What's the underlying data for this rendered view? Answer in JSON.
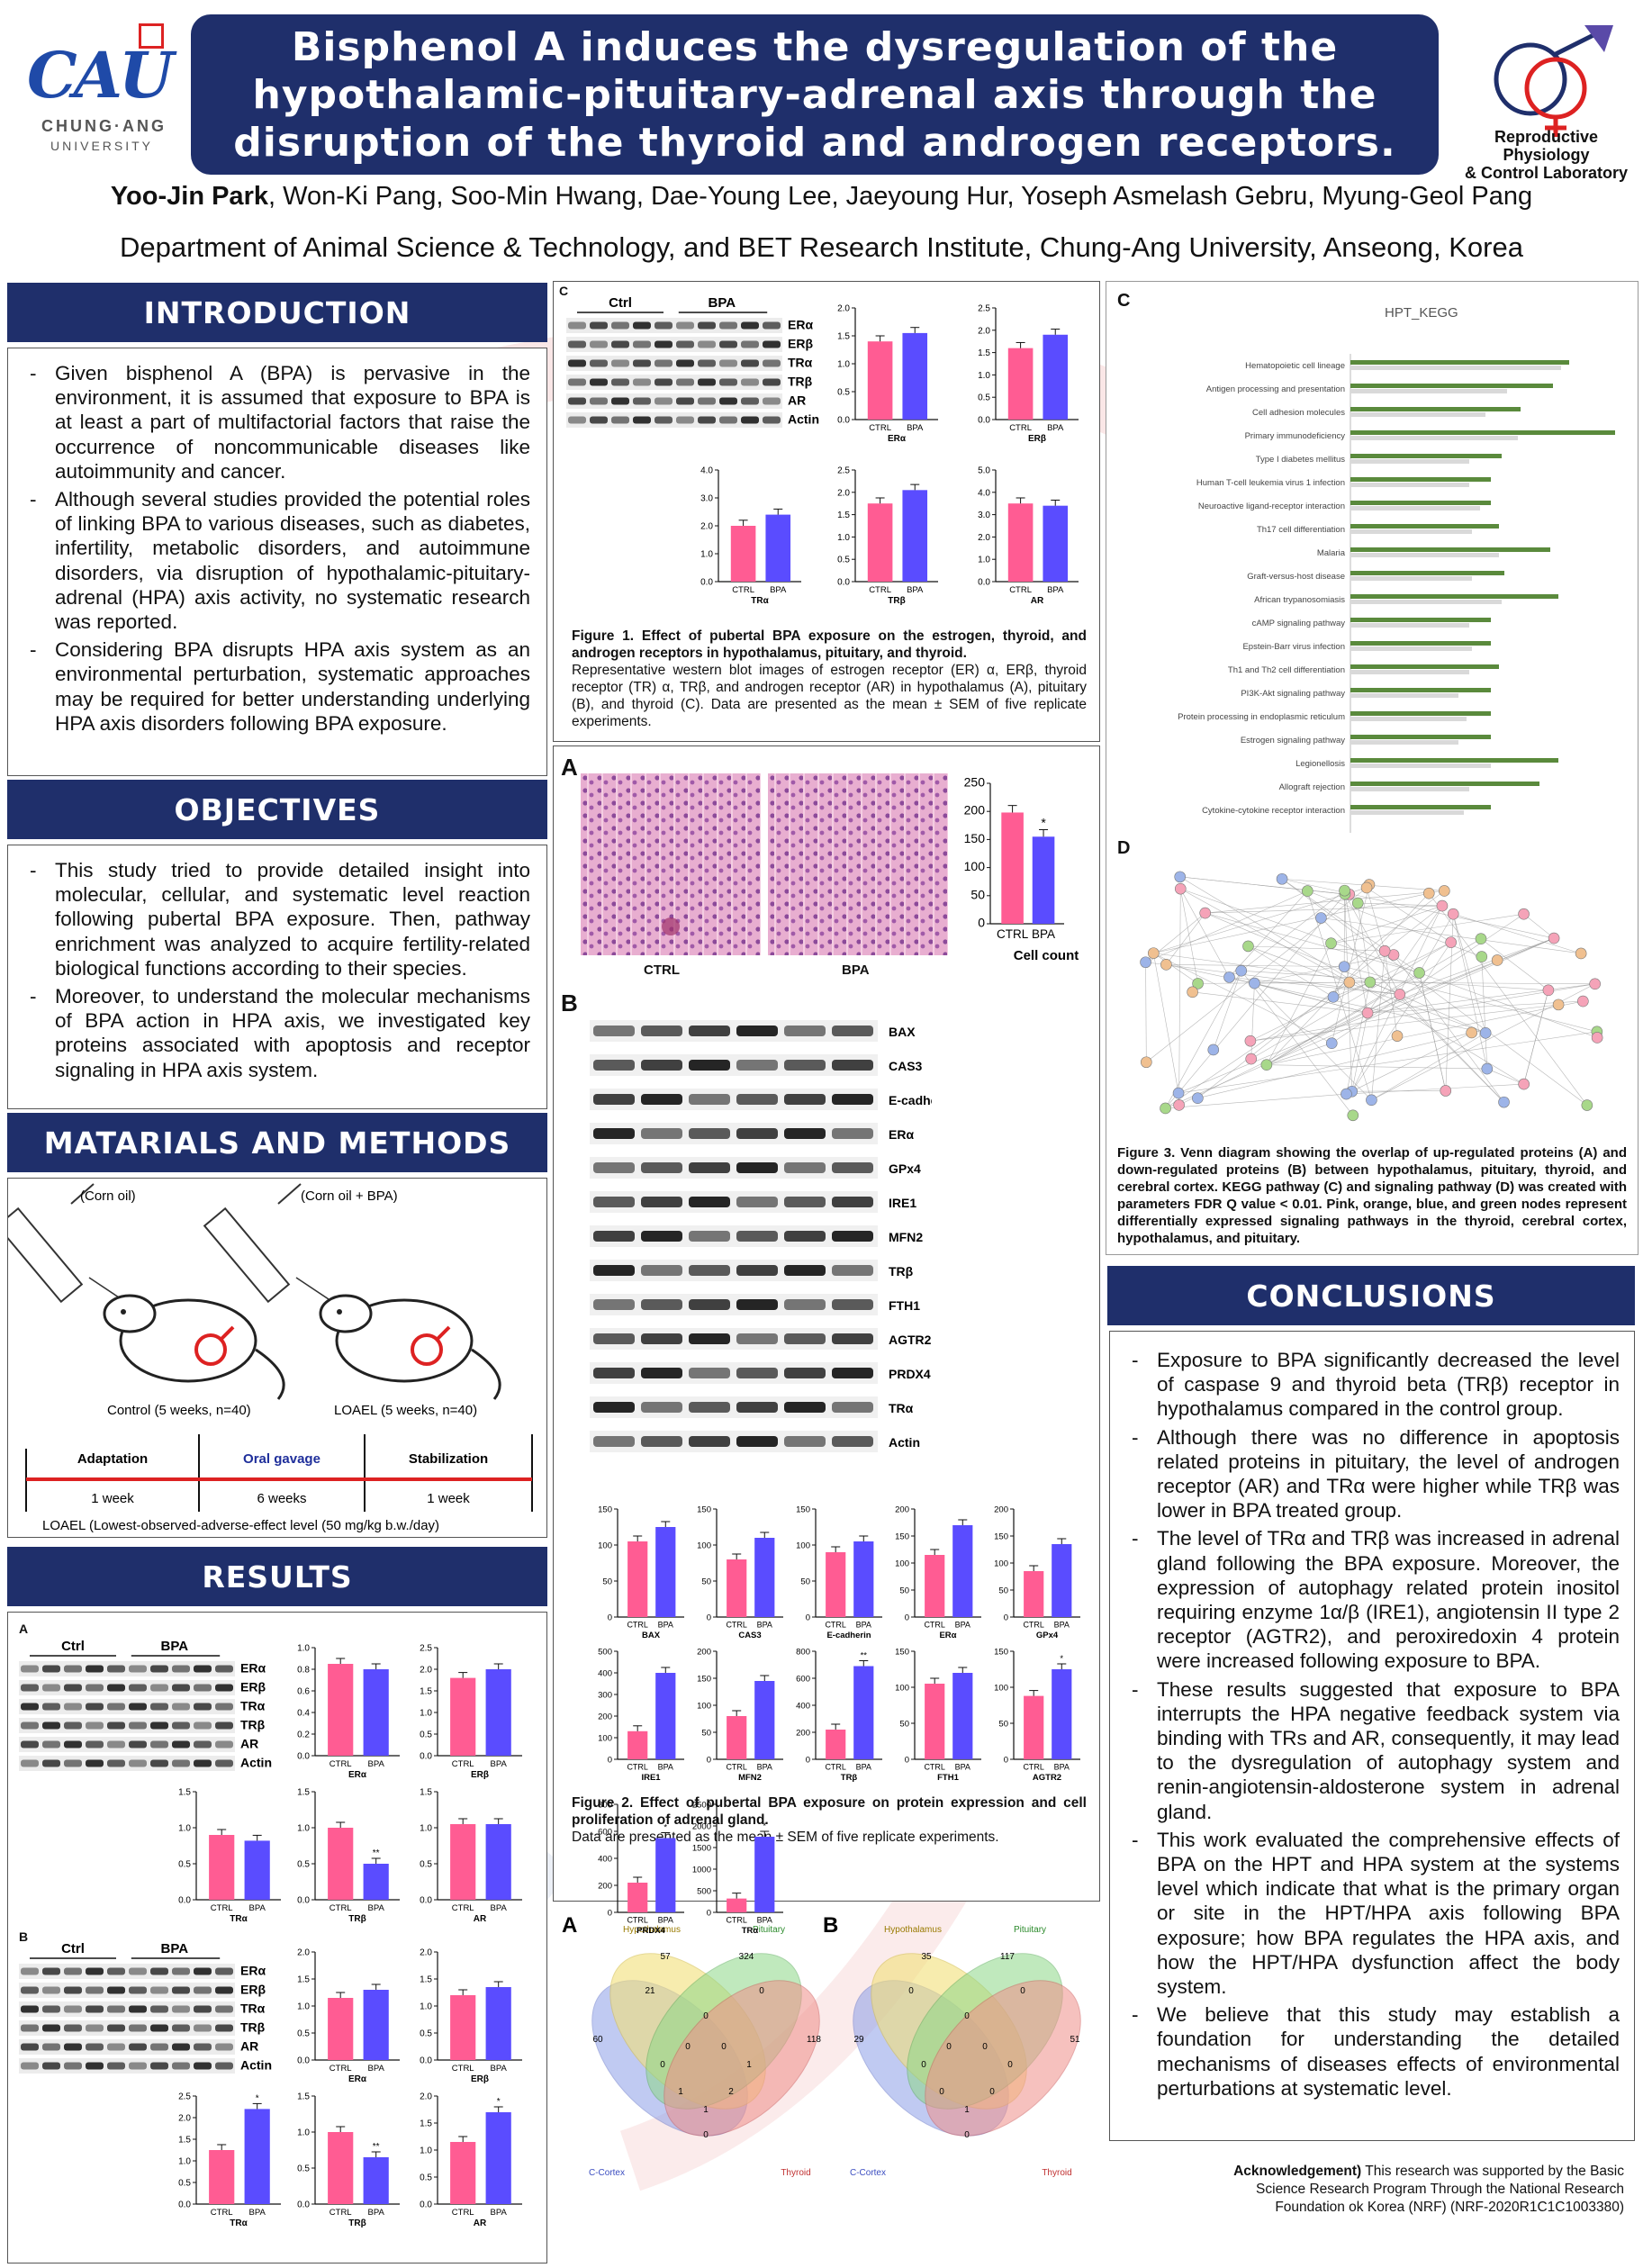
{
  "header": {
    "logo_text": "CAU",
    "logo_sub1": "CHUNG·ANG",
    "logo_sub2": "UNIVERSITY",
    "title_lines": [
      "Bisphenol A induces the dysregulation of the",
      "hypothalamic-pituitary-adrenal axis through the",
      "disruption of the thyroid and androgen receptors."
    ],
    "lab_line1": "Reproductive Physiology",
    "lab_line2": "& Control Laboratory",
    "first_author": "Yoo-Jin Park",
    "other_authors": ", Won-Ki Pang, Soo-Min Hwang, Dae-Young Lee, Jaeyoung Hur, Yoseph Asmelash Gebru, Myung-Geol Pang",
    "affiliation": "Department of Animal Science & Technology, and BET Research Institute, Chung-Ang University, Anseong, Korea"
  },
  "introduction": {
    "heading": "INTRODUCTION",
    "bullets": [
      "Given bisphenol A (BPA) is pervasive in the environment, it is assumed that exposure to BPA is at least a part of multifactorial factors that raise the occurrence of noncommunicable diseases like autoimmunity and cancer.",
      "Although several studies provided the potential roles of linking BPA to various diseases, such as diabetes, infertility, metabolic disorders, and autoimmune disorders, via disruption of hypothalamic-pituitary-adrenal (HPA) axis activity, no systematic research was reported.",
      "Considering BPA disrupts HPA axis system as an environmental perturbation, systematic approaches may be required for better understanding underlying HPA axis disorders following BPA exposure."
    ]
  },
  "objectives": {
    "heading": "OBJECTIVES",
    "bullets": [
      "This study tried to provide detailed insight into molecular, cellular, and systematic level reaction following pubertal BPA exposure. Then, pathway enrichment was analyzed to acquire fertility-related biological functions according to their species.",
      "Moreover, to understand the molecular mechanisms of BPA action in HPA axis, we investigated key proteins associated with apoptosis and receptor signaling in HPA axis system."
    ]
  },
  "methods": {
    "heading": "MATARIALS AND METHODS",
    "left_label": "(Corn oil)",
    "right_label": "(Corn oil + BPA)",
    "control_label": "Control (5 weeks, n=40)",
    "loael_label": "LOAEL (5 weeks, n=40)",
    "phases": [
      "Adaptation",
      "Oral gavage",
      "Stabilization"
    ],
    "durations": [
      "1 week",
      "6 weeks",
      "1 week"
    ],
    "footnote": "LOAEL (Lowest-observed-adverse-effect level (50 mg/kg b.w./day)"
  },
  "results": {
    "heading": "RESULTS",
    "panelA": "A",
    "panelB": "B",
    "ctrl": "Ctrl",
    "bpa": "BPA",
    "blot_labels": [
      "ERα",
      "ERβ",
      "TRα",
      "TRβ",
      "AR",
      "Actin"
    ]
  },
  "figure1": {
    "panel": "C",
    "caption_title": "Figure 1. Effect of pubertal BPA exposure on the estrogen, thyroid, and androgen receptors in hypothalamus, pituitary, and thyroid.",
    "caption_body": "Representative western blot images of estrogen receptor (ER) α, ERβ, thyroid receptor (TR) α, TRβ, and androgen receptor (AR) in hypothalamus (A), pituitary (B), and thyroid (C). Data are presented as the mean ± SEM of five replicate experiments."
  },
  "figure2": {
    "panelA": "A",
    "panelB": "B",
    "ctrl_label": "CTRL",
    "bpa_label": "BPA",
    "cell_count_label": "Cell count",
    "blot_labels": [
      "BAX",
      "CAS3",
      "E-cadherin",
      "ERα",
      "GPx4",
      "IRE1",
      "MFN2",
      "TRβ",
      "FTH1",
      "AGTR2",
      "PRDX4",
      "TRα",
      "Actin"
    ],
    "caption_title": "Figure 2. Effect of pubertal BPA exposure on protein expression and cell proliferation of adrenal gland.",
    "caption_body": "Data are presented as the mean ± SEM of five replicate experiments."
  },
  "venn": {
    "panelA": "A",
    "panelB": "B",
    "set_labels": [
      "Hypothalamus",
      "Pituitary",
      "C-Cortex",
      "Thyroid"
    ],
    "A_values": [
      "57",
      "324",
      "60",
      "118",
      "21",
      "0",
      "0",
      "0",
      "1",
      "0",
      "2",
      "1",
      "0",
      "0",
      "1"
    ],
    "B_values": [
      "35",
      "117",
      "29",
      "51",
      "0",
      "0",
      "0",
      "0",
      "0",
      "0",
      "0",
      "0",
      "0",
      "0",
      "1"
    ]
  },
  "figure3": {
    "panelC": "C",
    "panelD": "D",
    "kegg_title": "HPT_KEGG",
    "caption": "Figure 3. Venn diagram showing the overlap of up-regulated proteins (A) and down-regulated proteins (B) between hypothalamus, pituitary, thyroid, and cerebral cortex. KEGG pathway (C) and signaling pathway (D) was created with parameters FDR Q value < 0.01. Pink, orange, blue, and green nodes represent differentially expressed signaling pathways in the thyroid, cerebral cortex, hypothalamus, and pituitary."
  },
  "conclusions": {
    "heading": "CONCLUSIONS",
    "bullets": [
      "Exposure to BPA significantly decreased the level of caspase 9 and thyroid beta (TRβ) receptor in hypothalamus compared in the control group.",
      "Although there was no difference in apoptosis related proteins in pituitary, the level of androgen receptor (AR) and TRα were higher while TRβ was lower in BPA treated group.",
      "The level of TRα and TRβ was increased in adrenal gland following the BPA exposure. Moreover, the expression of autophagy related protein inositol requiring enzyme 1α/β (IRE1), angiotensin II type 2 receptor (AGTR2), and peroxiredoxin 4 protein were increased following exposure to BPA.",
      "These results suggested that exposure to BPA interrupts the HPA negative feedback system via binding with TRs and AR, consequently, it may lead to the dysregulation of autophagy system and renin-angiotensin-aldosterone system in adrenal gland.",
      "This work evaluated the comprehensive effects of BPA on the HPT and HPA system at the systems level which indicate that what is the primary organ or site in the HPT/HPA axis following BPA exposure; how BPA regulates the HPA axis, and how the HPT/HPA dysfunction affect the body system.",
      "We believe that this study may establish a foundation for understanding the detailed mechanisms of diseases effects of environmental perturbations at systematic level."
    ]
  },
  "acknowledgement": {
    "label": "Acknowledgement)",
    "text_line1": " This research was supported by the Basic",
    "text_line2": "Science Research Program Through the National Research",
    "text_line3": "Foundation ok Korea (NRF) (NRF-2020R1C1C1003380)"
  },
  "chart_data": [
    {
      "type": "bar",
      "panel": "Fig1A-ERα",
      "categories": [
        "CTRL",
        "BPA"
      ],
      "values": [
        0.85,
        0.8
      ],
      "xlabel": "ERα",
      "ylim": [
        0,
        1.0
      ],
      "ticks": [
        "0.0",
        "0.2",
        "0.4",
        "0.6",
        "0.8",
        "1.0"
      ]
    },
    {
      "type": "bar",
      "panel": "Fig1A-ERβ",
      "categories": [
        "CTRL",
        "BPA"
      ],
      "values": [
        1.8,
        2.0
      ],
      "xlabel": "ERβ",
      "ylim": [
        0,
        2.5
      ],
      "ticks": [
        "0.0",
        "0.5",
        "1.0",
        "1.5",
        "2.0",
        "2.5"
      ]
    },
    {
      "type": "bar",
      "panel": "Fig1A-TRα",
      "categories": [
        "CTRL",
        "BPA"
      ],
      "values": [
        0.9,
        0.82
      ],
      "xlabel": "TRα",
      "ylim": [
        0,
        1.5
      ],
      "ticks": [
        "0.0",
        "0.5",
        "1.0",
        "1.5"
      ]
    },
    {
      "type": "bar",
      "panel": "Fig1A-TRβ",
      "categories": [
        "CTRL",
        "BPA"
      ],
      "values": [
        1.0,
        0.5
      ],
      "xlabel": "TRβ",
      "ylim": [
        0,
        1.5
      ],
      "ticks": [
        "0.0",
        "0.5",
        "1.0",
        "1.5"
      ],
      "sig": "**"
    },
    {
      "type": "bar",
      "panel": "Fig1A-AR",
      "categories": [
        "CTRL",
        "BPA"
      ],
      "values": [
        1.05,
        1.05
      ],
      "xlabel": "AR",
      "ylim": [
        0,
        1.5
      ],
      "ticks": [
        "0.0",
        "0.5",
        "1.0",
        "1.5"
      ]
    },
    {
      "type": "bar",
      "panel": "Fig1B-ERα",
      "categories": [
        "CTRL",
        "BPA"
      ],
      "values": [
        1.15,
        1.3
      ],
      "xlabel": "ERα",
      "ylim": [
        0,
        2.0
      ],
      "ticks": [
        "0.0",
        "0.5",
        "1.0",
        "1.5",
        "2.0"
      ]
    },
    {
      "type": "bar",
      "panel": "Fig1B-ERβ",
      "categories": [
        "CTRL",
        "BPA"
      ],
      "values": [
        1.2,
        1.35
      ],
      "xlabel": "ERβ",
      "ylim": [
        0,
        2.0
      ],
      "ticks": [
        "0.0",
        "0.5",
        "1.0",
        "1.5",
        "2.0"
      ]
    },
    {
      "type": "bar",
      "panel": "Fig1B-TRα",
      "categories": [
        "CTRL",
        "BPA"
      ],
      "values": [
        1.25,
        2.2
      ],
      "xlabel": "TRα",
      "ylim": [
        0,
        2.5
      ],
      "ticks": [
        "0.0",
        "0.5",
        "1.0",
        "1.5",
        "2.0",
        "2.5"
      ],
      "sig": "*"
    },
    {
      "type": "bar",
      "panel": "Fig1B-TRβ",
      "categories": [
        "CTRL",
        "BPA"
      ],
      "values": [
        1.0,
        0.65
      ],
      "xlabel": "TRβ",
      "ylim": [
        0,
        1.5
      ],
      "ticks": [
        "0.0",
        "0.5",
        "1.0",
        "1.5"
      ],
      "sig": "**"
    },
    {
      "type": "bar",
      "panel": "Fig1B-AR",
      "categories": [
        "CTRL",
        "BPA"
      ],
      "values": [
        1.15,
        1.7
      ],
      "xlabel": "AR",
      "ylim": [
        0,
        2.0
      ],
      "ticks": [
        "0.0",
        "0.5",
        "1.0",
        "1.5",
        "2.0"
      ],
      "sig": "*"
    },
    {
      "type": "bar",
      "panel": "Fig1C-ERα",
      "categories": [
        "CTRL",
        "BPA"
      ],
      "values": [
        1.4,
        1.55
      ],
      "xlabel": "ERα",
      "ylim": [
        0,
        2.0
      ],
      "ticks": [
        "0.0",
        "0.5",
        "1.0",
        "1.5",
        "2.0"
      ]
    },
    {
      "type": "bar",
      "panel": "Fig1C-ERβ",
      "categories": [
        "CTRL",
        "BPA"
      ],
      "values": [
        1.6,
        1.9
      ],
      "xlabel": "ERβ",
      "ylim": [
        0,
        2.5
      ],
      "ticks": [
        "0.0",
        "0.5",
        "1.0",
        "1.5",
        "2.0",
        "2.5"
      ]
    },
    {
      "type": "bar",
      "panel": "Fig1C-TRα",
      "categories": [
        "CTRL",
        "BPA"
      ],
      "values": [
        2.0,
        2.4
      ],
      "xlabel": "TRα",
      "ylim": [
        0,
        4.0
      ],
      "ticks": [
        "0.0",
        "1.0",
        "2.0",
        "3.0",
        "4.0"
      ]
    },
    {
      "type": "bar",
      "panel": "Fig1C-TRβ",
      "categories": [
        "CTRL",
        "BPA"
      ],
      "values": [
        1.75,
        2.05
      ],
      "xlabel": "TRβ",
      "ylim": [
        0,
        2.5
      ],
      "ticks": [
        "0.0",
        "0.5",
        "1.0",
        "1.5",
        "2.0",
        "2.5"
      ]
    },
    {
      "type": "bar",
      "panel": "Fig1C-AR",
      "categories": [
        "CTRL",
        "BPA"
      ],
      "values": [
        3.5,
        3.4
      ],
      "xlabel": "AR",
      "ylim": [
        0,
        5.0
      ],
      "ticks": [
        "0.0",
        "1.0",
        "2.0",
        "3.0",
        "4.0",
        "5.0"
      ]
    },
    {
      "type": "bar",
      "panel": "Fig2A-Cell count",
      "categories": [
        "CTRL",
        "BPA"
      ],
      "values": [
        198,
        155
      ],
      "xlabel": "Cell count",
      "ylim": [
        0,
        250
      ],
      "ticks": [
        "0",
        "50",
        "100",
        "150",
        "200",
        "250"
      ],
      "sig": "*"
    },
    {
      "type": "bar",
      "panel": "Fig2B-BAX",
      "categories": [
        "CTRL",
        "BPA"
      ],
      "values": [
        105,
        125
      ],
      "xlabel": "BAX",
      "ylim": [
        0,
        150
      ],
      "ticks": [
        "0",
        "50",
        "100",
        "150"
      ]
    },
    {
      "type": "bar",
      "panel": "Fig2B-CAS3",
      "categories": [
        "CTRL",
        "BPA"
      ],
      "values": [
        80,
        110
      ],
      "xlabel": "CAS3",
      "ylim": [
        0,
        150
      ],
      "ticks": [
        "0",
        "50",
        "100",
        "150"
      ]
    },
    {
      "type": "bar",
      "panel": "Fig2B-E-cadherin",
      "categories": [
        "CTRL",
        "BPA"
      ],
      "values": [
        90,
        105
      ],
      "xlabel": "E-cadherin",
      "ylim": [
        0,
        150
      ],
      "ticks": [
        "0",
        "50",
        "100",
        "150"
      ]
    },
    {
      "type": "bar",
      "panel": "Fig2B-ERα",
      "categories": [
        "CTRL",
        "BPA"
      ],
      "values": [
        115,
        170
      ],
      "xlabel": "ERα",
      "ylim": [
        0,
        200
      ],
      "ticks": [
        "0",
        "50",
        "100",
        "150",
        "200"
      ]
    },
    {
      "type": "bar",
      "panel": "Fig2B-GPx4",
      "categories": [
        "CTRL",
        "BPA"
      ],
      "values": [
        85,
        135
      ],
      "xlabel": "GPx4",
      "ylim": [
        0,
        200
      ],
      "ticks": [
        "0",
        "50",
        "100",
        "150",
        "200"
      ]
    },
    {
      "type": "bar",
      "panel": "Fig2B-IRE1",
      "categories": [
        "CTRL",
        "BPA"
      ],
      "values": [
        130,
        400
      ],
      "xlabel": "IRE1",
      "ylim": [
        0,
        500
      ],
      "ticks": [
        "0",
        "100",
        "200",
        "300",
        "400",
        "500"
      ]
    },
    {
      "type": "bar",
      "panel": "Fig2B-MFN2",
      "categories": [
        "CTRL",
        "BPA"
      ],
      "values": [
        80,
        145
      ],
      "xlabel": "MFN2",
      "ylim": [
        0,
        200
      ],
      "ticks": [
        "0",
        "50",
        "100",
        "150",
        "200"
      ]
    },
    {
      "type": "bar",
      "panel": "Fig2B-TRβ",
      "categories": [
        "CTRL",
        "BPA"
      ],
      "values": [
        220,
        690
      ],
      "xlabel": "TRβ",
      "ylim": [
        0,
        800
      ],
      "ticks": [
        "0",
        "200",
        "400",
        "600",
        "800"
      ],
      "sig": "**"
    },
    {
      "type": "bar",
      "panel": "Fig2B-FTH1",
      "categories": [
        "CTRL",
        "BPA"
      ],
      "values": [
        105,
        120
      ],
      "xlabel": "FTH1",
      "ylim": [
        0,
        150
      ],
      "ticks": [
        "0",
        "50",
        "100",
        "150"
      ]
    },
    {
      "type": "bar",
      "panel": "Fig2B-AGTR2",
      "categories": [
        "CTRL",
        "BPA"
      ],
      "values": [
        88,
        125
      ],
      "xlabel": "AGTR2",
      "ylim": [
        0,
        150
      ],
      "ticks": [
        "0",
        "50",
        "100",
        "150"
      ],
      "sig": "*"
    },
    {
      "type": "bar",
      "panel": "Fig2B-PRDX4",
      "categories": [
        "CTRL",
        "BPA"
      ],
      "values": [
        220,
        550
      ],
      "xlabel": "PRDX4",
      "ylim": [
        0,
        800
      ],
      "ticks": [
        "0",
        "200",
        "400",
        "600",
        "800"
      ],
      "sig": "*"
    },
    {
      "type": "bar",
      "panel": "Fig2B-TRα",
      "categories": [
        "CTRL",
        "BPA"
      ],
      "values": [
        320,
        1750
      ],
      "xlabel": "TRα",
      "ylim": [
        0,
        2500
      ],
      "ticks": [
        "0",
        "500",
        "1000",
        "1500",
        "2000",
        "2500"
      ],
      "sig": "*"
    },
    {
      "type": "bar",
      "panel": "Fig3C-HPT_KEGG",
      "categories": [
        "Hematopoietic cell lineage",
        "Antigen processing and presentation",
        "Cell adhesion molecules",
        "Primary immunodeficiency",
        "Type I diabetes mellitus",
        "Human T-cell leukemia virus 1 infection",
        "Neuroactive ligand-receptor interaction",
        "Th17 cell differentiation",
        "Malaria",
        "Graft-versus-host disease",
        "African trypanosomiasis",
        "cAMP signaling pathway",
        "Epstein-Barr virus infection",
        "Th1 and Th2 cell differentiation",
        "PI3K-Akt signaling pathway",
        "Protein processing in endoplasmic reticulum",
        "Estrogen signaling pathway",
        "Legionellosis",
        "Allograft rejection",
        "Cytokine-cytokine receptor interaction"
      ],
      "series": [
        {
          "values": [
            0.81,
            0.75,
            0.63,
            0.98,
            0.56,
            0.52,
            0.52,
            0.55,
            0.74,
            0.57,
            0.77,
            0.52,
            0.52,
            0.55,
            0.52,
            0.52,
            0.52,
            0.77,
            0.7,
            0.52
          ]
        },
        {
          "values": [
            0.78,
            0.58,
            0.5,
            0.62,
            0.44,
            0.44,
            0.48,
            0.45,
            0.55,
            0.45,
            0.56,
            0.44,
            0.45,
            0.44,
            0.4,
            0.43,
            0.4,
            0.52,
            0.44,
            0.42
          ]
        }
      ],
      "colors": [
        "#5a8a3c",
        "#d9d9d9"
      ],
      "title": "HPT_KEGG"
    }
  ]
}
